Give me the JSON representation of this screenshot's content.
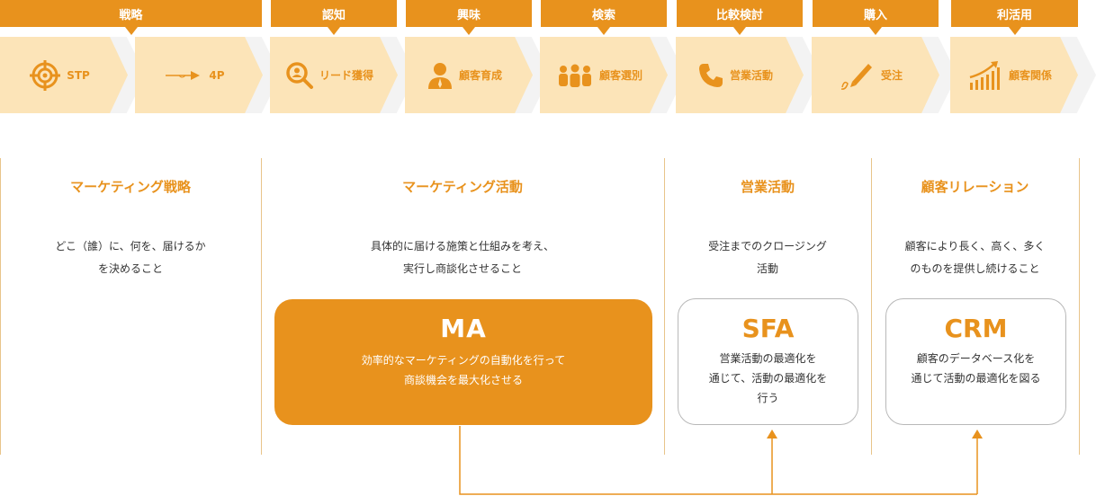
{
  "stages": [
    "戦略",
    "認知",
    "興味",
    "検索",
    "比較検討",
    "購入",
    "利活用"
  ],
  "steps": [
    {
      "label": "STP",
      "icon": "target-icon"
    },
    {
      "label": "4P",
      "icon": "arrow-right-icon"
    },
    {
      "label": "リード獲得",
      "icon": "search-user-icon"
    },
    {
      "label": "顧客育成",
      "icon": "person-icon"
    },
    {
      "label": "顧客選別",
      "icon": "people-group-icon"
    },
    {
      "label": "営業活動",
      "icon": "phone-icon"
    },
    {
      "label": "受注",
      "icon": "pen-signature-icon"
    },
    {
      "label": "顧客関係",
      "icon": "growth-chart-icon"
    }
  ],
  "columns": [
    {
      "title": "マーケティング戦略",
      "desc": [
        "どこ（誰）に、何を、届けるか",
        "を決めること"
      ]
    },
    {
      "title": "マーケティング活動",
      "desc": [
        "具体的に届ける施策と仕組みを考え、",
        "実行し商談化させること"
      ]
    },
    {
      "title": "営業活動",
      "desc": [
        "受注までのクロージング",
        "活動"
      ]
    },
    {
      "title": "顧客リレーション",
      "desc": [
        "顧客により長く、高く、多く",
        "のものを提供し続けること"
      ]
    }
  ],
  "ma": {
    "title": "MA",
    "desc": [
      "効率的なマーケティングの自動化を行って",
      "商談機会を最大化させる"
    ]
  },
  "sfa": {
    "title": "SFA",
    "desc": [
      "営業活動の最適化を",
      "通じて、活動の最適化を",
      "行う"
    ]
  },
  "crm": {
    "title": "CRM",
    "desc": [
      "顧客のデータベース化を",
      "通じて活動の最適化を図る"
    ]
  },
  "colors": {
    "accent": "#e8921d",
    "chevron": "#fce4b8",
    "line": "#e8c48a"
  }
}
